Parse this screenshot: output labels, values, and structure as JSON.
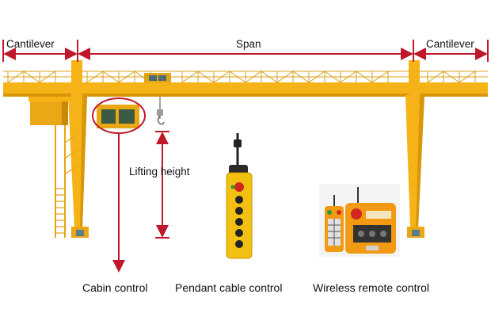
{
  "labels": {
    "cantilever_left": "Cantilever",
    "span": "Span",
    "cantilever_right": "Cantilever",
    "lifting_height": "Lifting height",
    "cabin_control": "Cabin control",
    "pendant_cable_control": "Pendant cable control",
    "wireless_remote_control": "Wireless remote control"
  },
  "colors": {
    "crane_yellow": "#f5b318",
    "crane_shadow": "#d8960b",
    "dimension_red": "#c0182b",
    "cabin_body": "#e8a713",
    "pendant_yellow": "#f2c010",
    "remote_orange": "#f39a14"
  }
}
